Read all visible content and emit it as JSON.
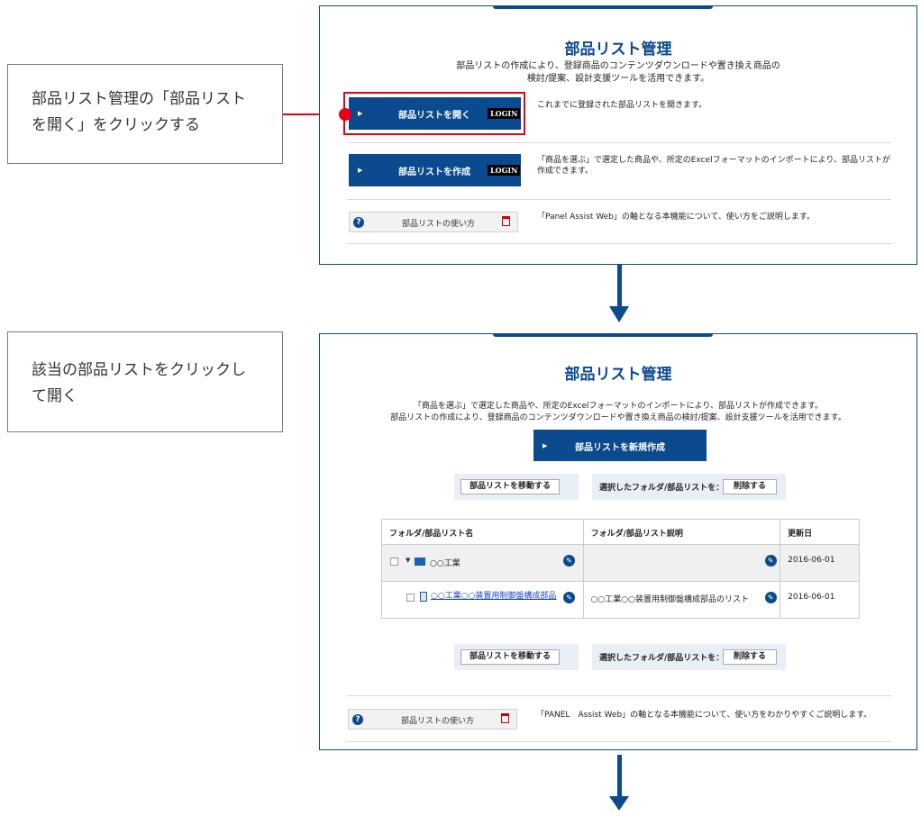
{
  "callouts": {
    "step1": "部品リスト管理の「部品リストを開く」をクリックする",
    "step2": "該当の部品リストをクリックして開く"
  },
  "panel1": {
    "title": "部品リスト管理",
    "desc_line1": "部品リストの作成により、登録商品のコンテンツダウンロードや置き換え商品の",
    "desc_line2": "検討/提案、設計支援ツールを活用できます。",
    "open_button": "部品リストを開く",
    "open_login": "LOGIN",
    "open_text": "これまでに登録された部品リストを開きます。",
    "create_button": "部品リストを作成",
    "create_login": "LOGIN",
    "create_text": "「商品を選ぶ」で選定した商品や、所定のExcelフォーマットのインポートにより、部品リストが作成できます。",
    "help_button": "部品リストの使い方",
    "help_text": "「Panel Assist Web」の軸となる本機能について、使い方をご説明します。"
  },
  "panel2": {
    "title": "部品リスト管理",
    "desc_line1": "「商品を選ぶ」で選定した商品や、所定のExcelフォーマットのインポートにより、部品リストが作成できます。",
    "desc_line2": "部品リストの作成により、登録商品のコンテンツダウンロードや置き換え商品の検討/提案、設計支援ツールを活用できます。",
    "new_button": "部品リストを新規作成",
    "move_button": "部品リストを移動する",
    "selected_label": "選択したフォルダ/部品リストを：",
    "delete_button": "削除する",
    "table": {
      "headers": [
        "フォルダ/部品リスト名",
        "フォルダ/部品リスト説明",
        "更新日"
      ],
      "rows": [
        {
          "name": "○○工業",
          "description": "",
          "date": "2016-06-01"
        },
        {
          "name": "○○工業○○装置用制御盤構成部品",
          "description": "○○工業○○装置用制御盤構成部品のリスト",
          "date": "2016-06-01"
        }
      ]
    },
    "help_button": "部品リストの使い方",
    "help_text": "「PANEL　Assist Web」の軸となる本機能について、使い方をわかりやすくご説明します。"
  },
  "colors": {
    "brand_blue": "#0b4a8f",
    "highlight_red": "#e60012",
    "toolbar_bg": "#e8eff7"
  }
}
